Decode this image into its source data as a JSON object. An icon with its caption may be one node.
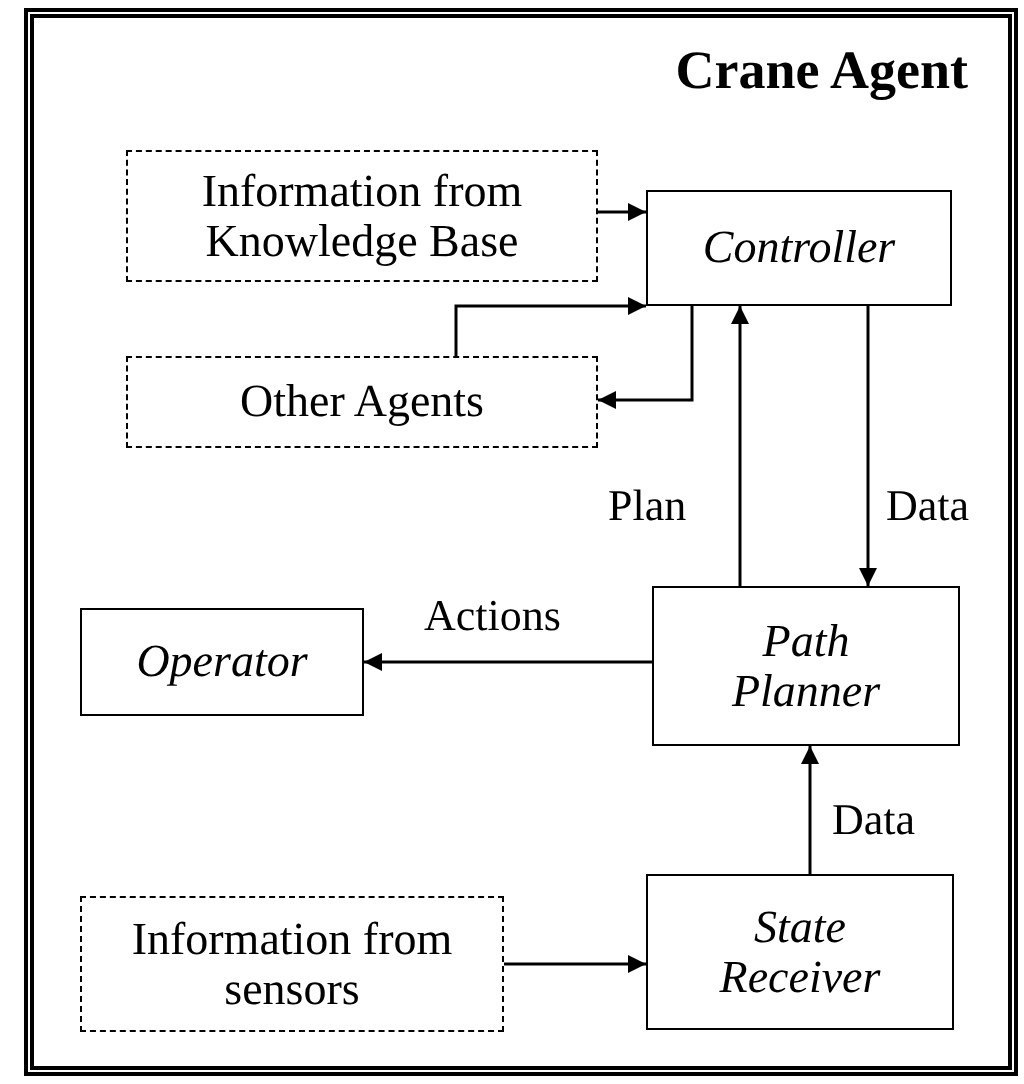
{
  "diagram": {
    "nodes": [
      {
        "text": [
          "Crane Agent"
        ]
      },
      {
        "text": [
          "Information from Knowledge Base"
        ],
        "in": 0
      },
      {
        "text": [
          "Controller"
        ],
        "in": 0
      },
      {
        "text": [
          "Other Agents"
        ],
        "in": 0
      },
      {
        "text": [
          "Operator"
        ],
        "in": 0
      },
      {
        "text": [
          "Path Planner"
        ],
        "in": 0
      },
      {
        "text": [
          "Information from sensors"
        ],
        "in": 0
      },
      {
        "text": [
          "State Receiver"
        ],
        "in": 0
      }
    ],
    "edges": [
      {
        "from": 1,
        "to": 2,
        "arrow": "to"
      },
      {
        "from": 3,
        "to": 2,
        "arrow": "to"
      },
      {
        "from": 2,
        "to": 3,
        "arrow": "to"
      },
      {
        "from": 5,
        "to": 2,
        "arrow": "to",
        "label": "Plan"
      },
      {
        "from": 2,
        "to": 5,
        "arrow": "to",
        "label": "Data"
      },
      {
        "from": 5,
        "to": 4,
        "arrow": "to",
        "label": "Actions"
      },
      {
        "from": 7,
        "to": 5,
        "arrow": "to",
        "label": "Data"
      },
      {
        "from": 6,
        "to": 7,
        "arrow": "to"
      }
    ]
  }
}
